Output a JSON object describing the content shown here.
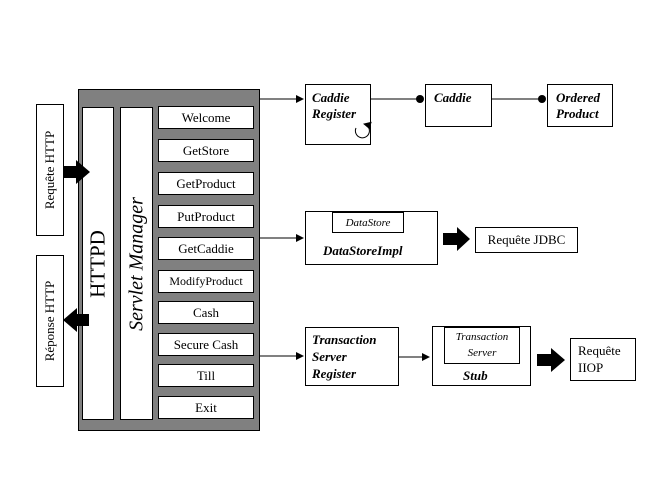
{
  "request_label": "Requête HTTP",
  "response_label": "Réponse HTTP",
  "httpd_label": "HTTPD",
  "servlet_manager_label": "Servlet Manager",
  "servlets": [
    "Welcome",
    "GetStore",
    "GetProduct",
    "PutProduct",
    "GetCaddie",
    "ModifyProduct",
    "Cash",
    "Secure Cash",
    "Till",
    "Exit"
  ],
  "caddie_register": {
    "line1": "Caddie",
    "line2": "Register"
  },
  "caddie": "Caddie",
  "ordered_product": {
    "line1": "Ordered",
    "line2": "Product"
  },
  "datastore": "DataStore",
  "datastore_impl": "DataStoreImpl",
  "jdbc_request": "Requête JDBC",
  "transaction_register": {
    "line1": "Transaction",
    "line2": "Server",
    "line3": "Register"
  },
  "transaction_server": {
    "line1": "Transaction",
    "line2": "Server"
  },
  "stub": "Stub",
  "iiop_request": {
    "line1": "Requête",
    "line2": "IIOP"
  }
}
